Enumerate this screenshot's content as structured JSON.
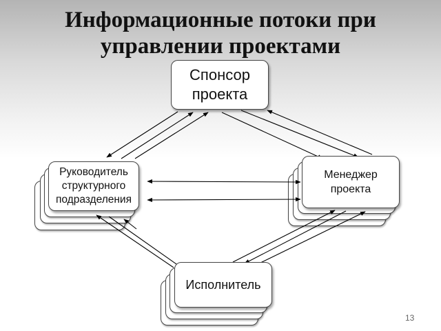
{
  "title": {
    "line1": "Информационные потоки при",
    "line2": "управлении проектами"
  },
  "nodes": {
    "sponsor": "Спонсор\nпроекта",
    "department_head": "Руководитель\nструктурного\nподразделения",
    "project_manager": "Менеджер\nпроекта",
    "performer": "Исполнитель"
  },
  "page_number": "13",
  "colors": {
    "line": "#000000",
    "box_border": "#444444",
    "box_fill": "#ffffff"
  }
}
